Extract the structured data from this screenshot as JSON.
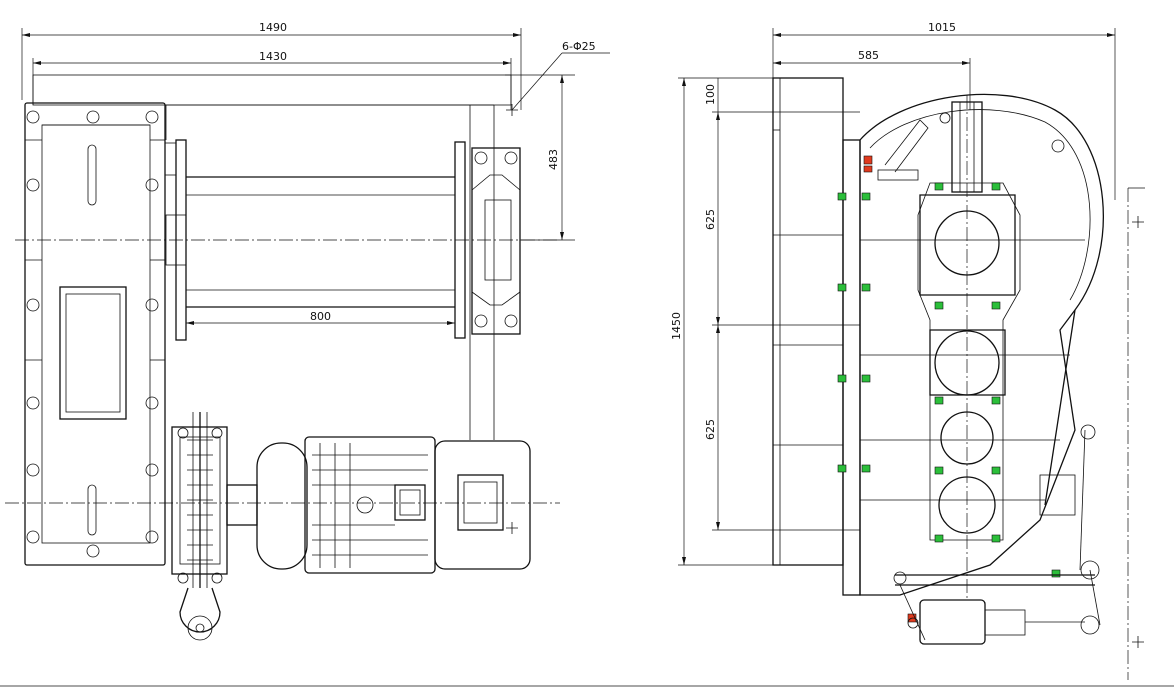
{
  "front_view": {
    "dims": {
      "overall_width": "1490",
      "frame_width": "1430",
      "hole_note": "6-Φ25",
      "height_to_center": "483",
      "drum_length": "800"
    }
  },
  "side_view": {
    "dims": {
      "overall_depth": "1015",
      "frame_depth": "585",
      "top_offset": "100",
      "upper_spacing": "625",
      "lower_spacing": "625",
      "overall_height": "1450"
    }
  },
  "colors": {
    "line": "#111111",
    "bolt_green": "#2bbf3a",
    "bolt_red": "#e03a1e",
    "background": "#ffffff"
  }
}
